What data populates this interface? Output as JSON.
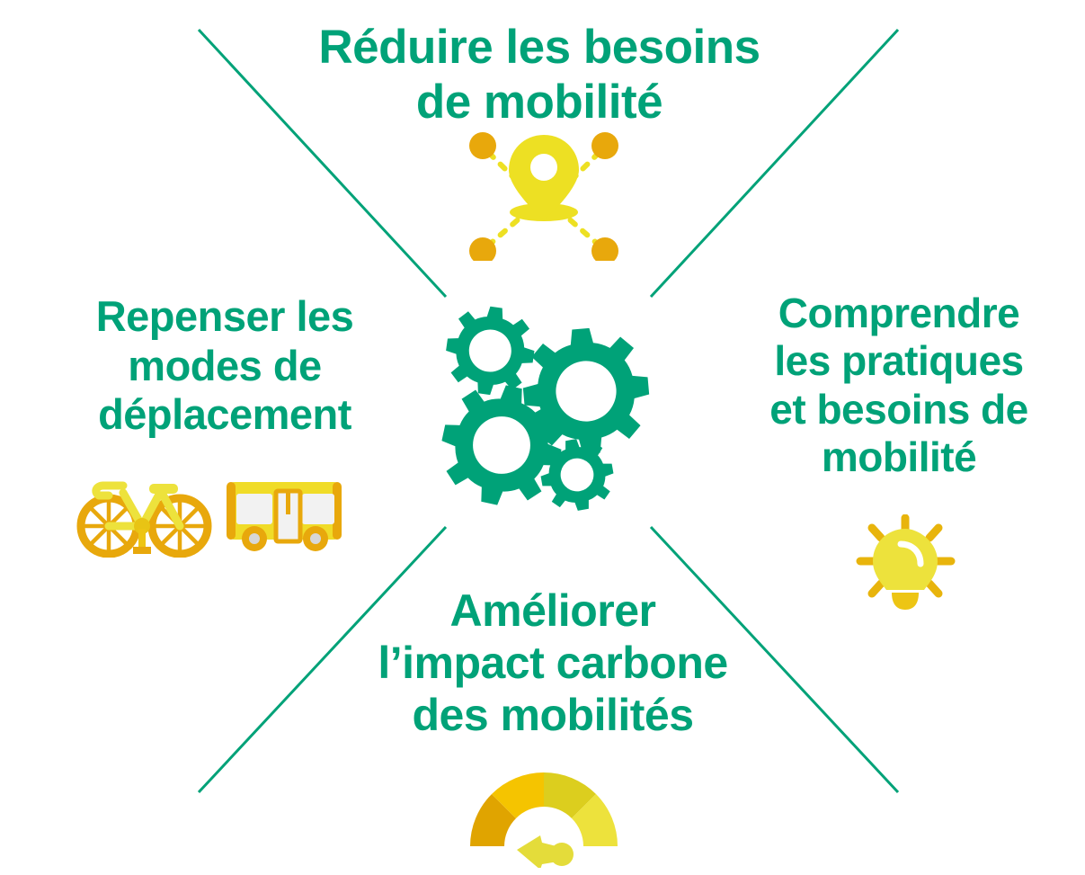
{
  "diagram": {
    "title_center": "gears-hub",
    "accent_green": "#00A278",
    "accent_yellow": "#EDE023",
    "accent_gold": "#E8A80C",
    "quadrants": [
      {
        "id": "top",
        "label": "Réduire les besoins\nde mobilité",
        "icon": "map-pin-network-icon"
      },
      {
        "id": "left",
        "label": "Repenser les\nmodes de\ndéplacement",
        "icon": "bicycle-and-bus-icon"
      },
      {
        "id": "right",
        "label": "Comprendre\nles pratiques\net besoins de\nmobilité",
        "icon": "lightbulb-icon"
      },
      {
        "id": "bottom",
        "label": "Améliorer\nl’impact carbone\ndes mobilités",
        "icon": "carbon-gauge-icon"
      }
    ],
    "center_icon": "gears-icon",
    "connector_lines": 4,
    "gauge": {
      "segments": [
        "#E0A400",
        "#F5C400",
        "#DCCE1E",
        "#EDE23C"
      ],
      "needle_color": "#E4DC3A"
    },
    "pin": {
      "pin_color": "#EDE023",
      "node_color": "#E8A80C",
      "nodes": 4
    },
    "bulb": {
      "bulb_color": "#EDE23C",
      "ray_color": "#E8B40C",
      "rays": 8
    },
    "gears": {
      "color": "#00A278",
      "count": 4
    },
    "vehicles": {
      "bike_frame": "#EDE23C",
      "bike_wheel": "#E8A80C",
      "bus_body": "#F0DC28",
      "bus_window": "#F2F2F2",
      "bus_trim": "#E8A80C"
    }
  }
}
